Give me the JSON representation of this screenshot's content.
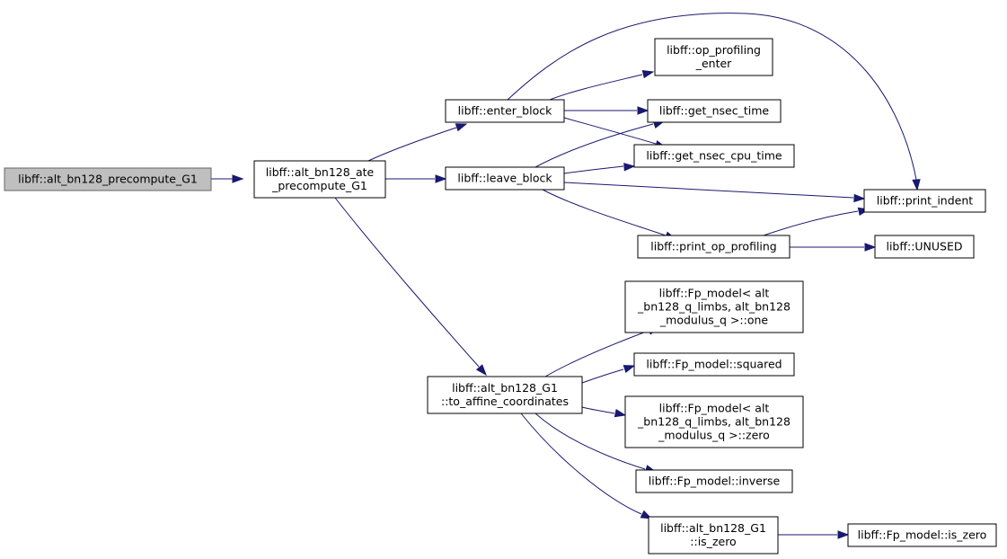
{
  "nodes": [
    {
      "id": "n0",
      "lines": [
        "libff::alt_bn128_precompute_G1"
      ],
      "root": true
    },
    {
      "id": "n1",
      "lines": [
        "libff::alt_bn128_ate",
        "_precompute_G1"
      ]
    },
    {
      "id": "n2",
      "lines": [
        "libff::enter_block"
      ]
    },
    {
      "id": "n3",
      "lines": [
        "libff::leave_block"
      ]
    },
    {
      "id": "n4",
      "lines": [
        "libff::alt_bn128_G1",
        "::to_affine_coordinates"
      ]
    },
    {
      "id": "n5",
      "lines": [
        "libff::op_profiling",
        "_enter"
      ]
    },
    {
      "id": "n6",
      "lines": [
        "libff::get_nsec_time"
      ]
    },
    {
      "id": "n7",
      "lines": [
        "libff::get_nsec_cpu_time"
      ]
    },
    {
      "id": "n8",
      "lines": [
        "libff::print_indent"
      ]
    },
    {
      "id": "n9",
      "lines": [
        "libff::print_op_profiling"
      ]
    },
    {
      "id": "n10",
      "lines": [
        "libff::UNUSED"
      ]
    },
    {
      "id": "n11",
      "lines": [
        "libff::Fp_model< alt",
        "_bn128_q_limbs, alt_bn128",
        "_modulus_q >::one"
      ]
    },
    {
      "id": "n12",
      "lines": [
        "libff::Fp_model::squared"
      ]
    },
    {
      "id": "n13",
      "lines": [
        "libff::Fp_model< alt",
        "_bn128_q_limbs, alt_bn128",
        "_modulus_q >::zero"
      ]
    },
    {
      "id": "n14",
      "lines": [
        "libff::Fp_model::inverse"
      ]
    },
    {
      "id": "n15",
      "lines": [
        "libff::alt_bn128_G1",
        "::is_zero"
      ]
    },
    {
      "id": "n16",
      "lines": [
        "libff::Fp_model::is_zero"
      ]
    }
  ],
  "edges": [
    [
      "n0",
      "n1"
    ],
    [
      "n1",
      "n2"
    ],
    [
      "n1",
      "n3"
    ],
    [
      "n1",
      "n4"
    ],
    [
      "n2",
      "n5"
    ],
    [
      "n2",
      "n6"
    ],
    [
      "n2",
      "n7"
    ],
    [
      "n2",
      "n8"
    ],
    [
      "n3",
      "n6"
    ],
    [
      "n3",
      "n7"
    ],
    [
      "n3",
      "n8"
    ],
    [
      "n3",
      "n9"
    ],
    [
      "n9",
      "n8"
    ],
    [
      "n9",
      "n10"
    ],
    [
      "n4",
      "n11"
    ],
    [
      "n4",
      "n12"
    ],
    [
      "n4",
      "n13"
    ],
    [
      "n4",
      "n14"
    ],
    [
      "n4",
      "n15"
    ],
    [
      "n15",
      "n16"
    ]
  ],
  "colors": {
    "edge": "#191970",
    "root_fill": "#bfbfbf",
    "node_fill": "#ffffff",
    "node_border": "#000000"
  }
}
